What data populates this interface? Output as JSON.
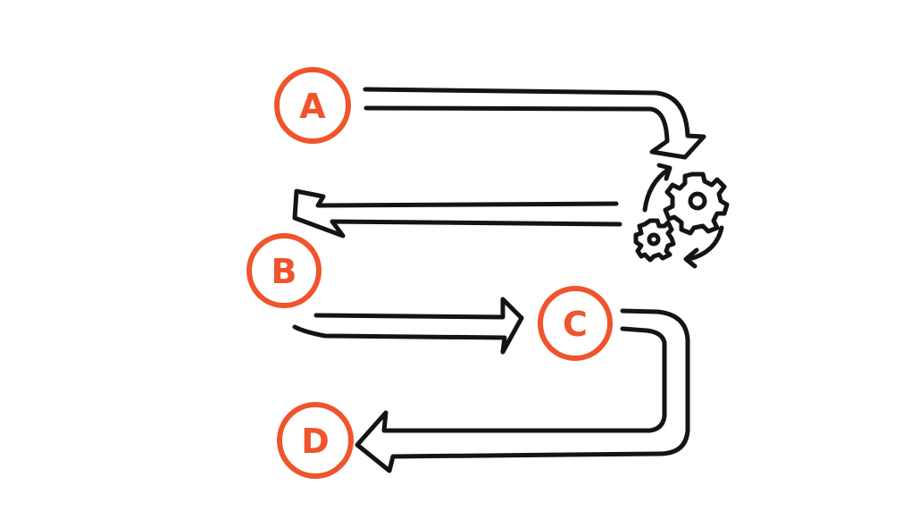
{
  "diagram": {
    "accent_color": "#f0542d",
    "line_color": "#141414",
    "background_color": "#ffffff",
    "nodes": [
      {
        "id": "A",
        "label": "A"
      },
      {
        "id": "B",
        "label": "B"
      },
      {
        "id": "C",
        "label": "C"
      },
      {
        "id": "D",
        "label": "D"
      }
    ],
    "process_icon": "gears-cycle-icon",
    "flow": [
      {
        "from": "A",
        "to": "process",
        "shape": "double-line arrow curving down"
      },
      {
        "from": "process",
        "to": "B",
        "shape": "double-line arrow pointing left"
      },
      {
        "from": "B",
        "to": "C",
        "shape": "double-line arrow pointing right"
      },
      {
        "from": "C",
        "to": "D",
        "shape": "U-turn double-line arrow pointing left"
      }
    ]
  }
}
